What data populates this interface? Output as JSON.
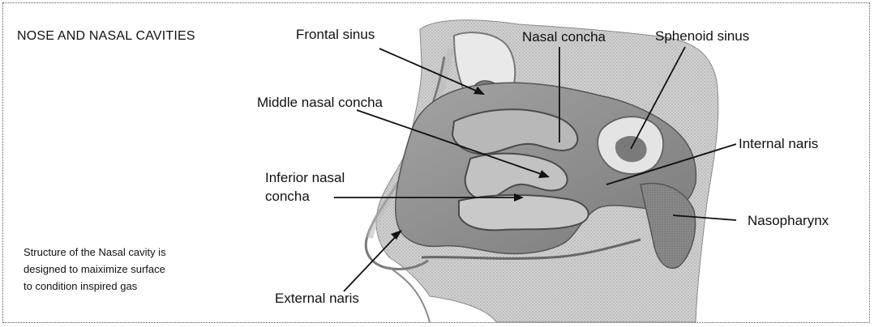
{
  "diagram": {
    "title": "NOSE AND NASAL CAVITIES",
    "note_lines": [
      "Structure of the Nasal cavity is",
      "designed to maiximize surface",
      "to condition inspired gas"
    ],
    "labels": {
      "frontal_sinus": "Frontal sinus",
      "nasal_concha": "Nasal concha",
      "sphenoid_sinus": "Sphenoid sinus",
      "middle_nasal_concha": "Middle nasal concha",
      "internal_naris": "Internal naris",
      "inferior_nasal_concha_1": "Inferior nasal",
      "inferior_nasal_concha_2": "concha",
      "nasopharynx": "Nasopharynx",
      "external_naris": "External naris"
    },
    "colors": {
      "cavity": "#8f8f8f",
      "tissue": "#c9c9c9",
      "bone": "#e4e4e4",
      "dark": "#5e5e5e",
      "line": "#111111"
    }
  }
}
